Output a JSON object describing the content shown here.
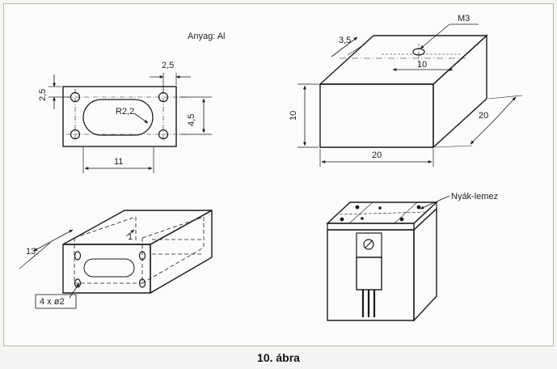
{
  "material_note": "Anyag: Al",
  "plate": {
    "dims": {
      "margin_v": "2,5",
      "margin_h": "2,5",
      "slot_radius": "R2,2",
      "height": "4,5",
      "width": "11"
    }
  },
  "block": {
    "thread": "M3",
    "dims": {
      "hole_offset": "3,5",
      "hole_spacing": "10",
      "height": "10",
      "width": "20",
      "depth": "20"
    }
  },
  "frame": {
    "dims": {
      "depth": "13",
      "inner_gap": "1",
      "holes": "4 x ø2"
    }
  },
  "assembly": {
    "pcb_label": "Nyák-lemez"
  },
  "caption": "10. ábra",
  "colors": {
    "line": "#1a1a1a",
    "paper": "#fbfbfa"
  }
}
